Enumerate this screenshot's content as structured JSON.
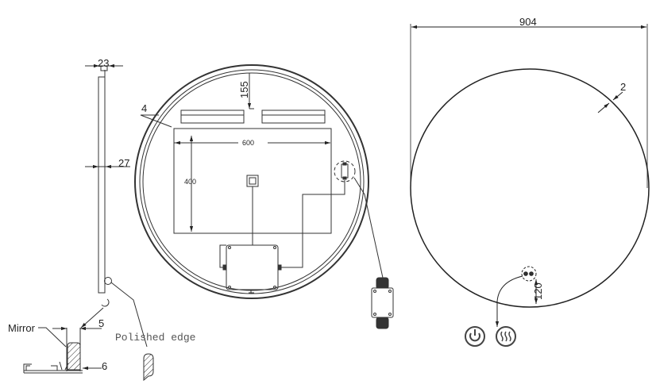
{
  "drawing": {
    "title": "Round LED Mirror Technical Drawing",
    "side_view": {
      "dim_top": "23",
      "dim_thickness": "27",
      "detail_mirror_label": "Mirror",
      "detail_dim_5": "5",
      "detail_dim_6": "6",
      "polished_edge_label": "Polished edge"
    },
    "back_view": {
      "dim_frame": "4",
      "dim_top_offset": "155",
      "dim_width": "600",
      "dim_height": "400"
    },
    "front_view": {
      "dim_diameter": "904",
      "dim_edge": "2",
      "dim_switch_offset": "120",
      "icons": [
        "power-icon",
        "defog-heat-icon"
      ]
    },
    "colors": {
      "line": "#222222",
      "background": "#ffffff"
    }
  }
}
